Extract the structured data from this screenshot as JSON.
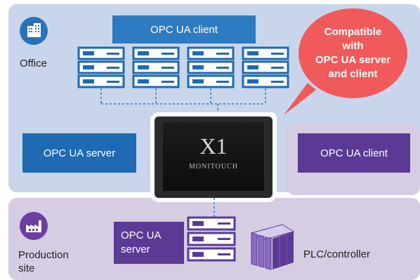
{
  "office": {
    "label": "Office",
    "client_box": "OPC UA client",
    "server_box": "OPC UA server"
  },
  "callout": {
    "text_lines": [
      "Compatible",
      "with",
      "OPC UA server",
      "and client"
    ]
  },
  "device": {
    "model": "X1",
    "brand": "MONITOUCH"
  },
  "right_box": {
    "label": "OPC UA client"
  },
  "production": {
    "label_line1": "Production",
    "label_line2": "site",
    "server_box_line1": "OPC UA",
    "server_box_line2": "server",
    "plc_label": "PLC/controller"
  },
  "colors": {
    "blue": "#2f7bc2",
    "purple": "#5b3a96",
    "callout": "#f05a5a",
    "office_bg": "#c9d5ea",
    "production_bg": "#d6cde3"
  },
  "icons": [
    "building-icon",
    "factory-icon",
    "server-rack-icon",
    "plc-cabinet-icon"
  ]
}
